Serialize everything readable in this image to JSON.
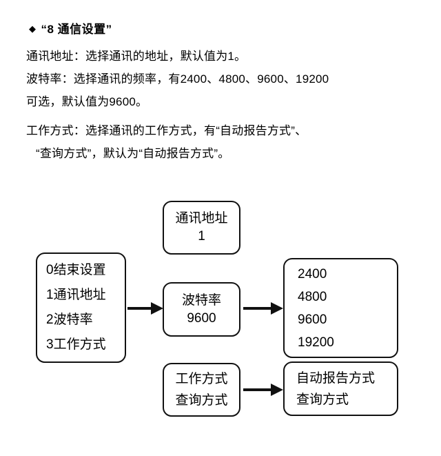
{
  "document": {
    "heading": {
      "bullet": "◆",
      "text": "“8 通信设置”"
    },
    "paragraphs": [
      "通讯地址：选择通讯的地址，默认值为1。",
      "波特率：选择通讯的频率，有2400、4800、9600、19200",
      "可选，默认值为9600。",
      "工作方式：选择通讯的工作方式，有“自动报告方式”、",
      "“查询方式”，默认为“自动报告方式”。"
    ]
  },
  "diagram": {
    "type": "flow",
    "nodes": {
      "address": {
        "title": "通讯地址",
        "value": "1"
      },
      "menu": {
        "items": [
          "0结束设置",
          "1通讯地址",
          "2波特率",
          "3工作方式"
        ]
      },
      "baud": {
        "title": "波特率",
        "value": "9600"
      },
      "baud_options": [
        "2400",
        "4800",
        "9600",
        "19200"
      ],
      "workmode": {
        "title": "工作方式",
        "value": "查询方式"
      },
      "workmode_options": [
        "自动报告方式",
        "查询方式"
      ]
    },
    "arrows": [
      {
        "name": "menu-to-baud",
        "from": "menu",
        "to": "baud"
      },
      {
        "name": "baud-to-options",
        "from": "baud",
        "to": "baud_options"
      },
      {
        "name": "workmode-to-options",
        "from": "workmode",
        "to": "workmode_options"
      }
    ],
    "colors": {
      "stroke": "#111111",
      "background": "#ffffff",
      "text": "#000000"
    }
  }
}
